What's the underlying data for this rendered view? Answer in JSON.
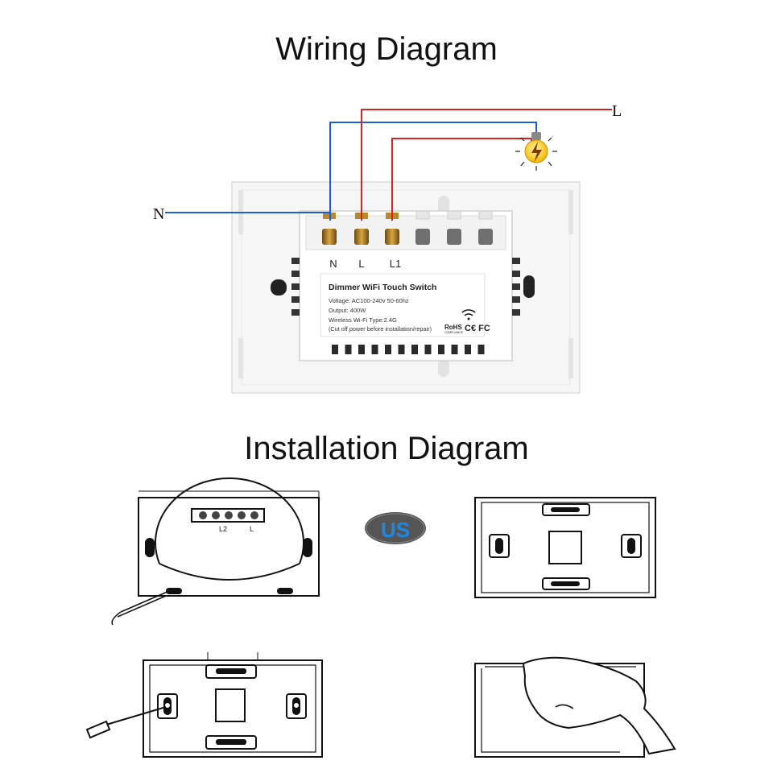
{
  "titles": {
    "wiring": "Wiring  Diagram",
    "installation": "Installation Diagram"
  },
  "wiring": {
    "line_label": "L",
    "neutral_label": "N",
    "terminals": [
      "N",
      "L",
      "L1"
    ],
    "label": {
      "product": "Dimmer WiFi Touch Switch",
      "voltage": "Voltage: AC100-240v  50-60hz",
      "output": "Output: 400W",
      "wireless": "Wireless Wi-Fi Type:2.4G",
      "caution": "(Cut off power before installation/repair)",
      "rohs": "RoHS",
      "compliance": "COMPLIANCE",
      "ce_fc": "C€ FC"
    },
    "colors": {
      "live": "#e02020",
      "neutral": "#1a5ee0"
    }
  },
  "installation": {
    "badge": "US",
    "badge_color": "#1e88e5",
    "step1_terminals": [
      "L2",
      "L"
    ]
  }
}
